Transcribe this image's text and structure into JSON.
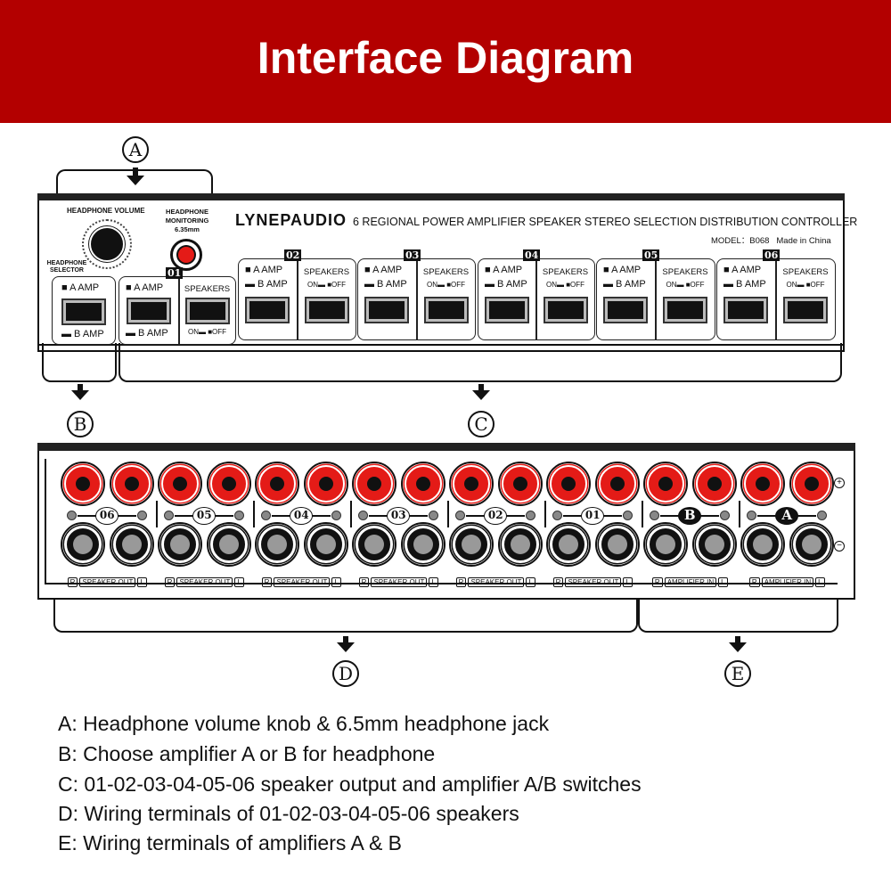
{
  "header": {
    "title": "Interface Diagram",
    "color": "#b30000"
  },
  "callouts": {
    "A": "A",
    "B": "B",
    "C": "C",
    "D": "D",
    "E": "E"
  },
  "front_panel": {
    "brand": "LYNEPAUDIO",
    "product": "6 REGIONAL POWER AMPLIFIER SPEAKER STEREO SELECTION DISTRIBUTION CONTROLLER",
    "model": "MODEL：B068   Made in China",
    "headphone_volume": "HEADPHONE VOLUME",
    "headphone_monitoring": "HEADPHONE MONITORING 6.35mm",
    "headphone_selector": "HEADPHONE SELECTOR",
    "amp_a": "■ A AMP",
    "amp_b": "▬ B AMP",
    "speakers": "SPEAKERS",
    "on_off": "ON▬  ■OFF",
    "zones": [
      "01",
      "02",
      "03",
      "04",
      "05",
      "06"
    ]
  },
  "back_panel": {
    "zones": [
      "06",
      "05",
      "04",
      "03",
      "02",
      "01",
      "B",
      "A"
    ],
    "zone_labels": [
      "SPEAKER OUT",
      "SPEAKER OUT",
      "SPEAKER OUT",
      "SPEAKER OUT",
      "SPEAKER OUT",
      "SPEAKER OUT",
      "AMPLIFIER IN",
      "AMPLIFIER IN"
    ],
    "right": "R",
    "left": "L",
    "plus": "+",
    "minus": "−"
  },
  "descriptions": [
    "A: Headphone volume knob & 6.5mm headphone jack",
    "B: Choose amplifier A or B for headphone",
    "C: 01-02-03-04-05-06 speaker output and amplifier A/B switches",
    "D: Wiring terminals of 01-02-03-04-05-06 speakers",
    "E: Wiring terminals of amplifiers A & B"
  ]
}
